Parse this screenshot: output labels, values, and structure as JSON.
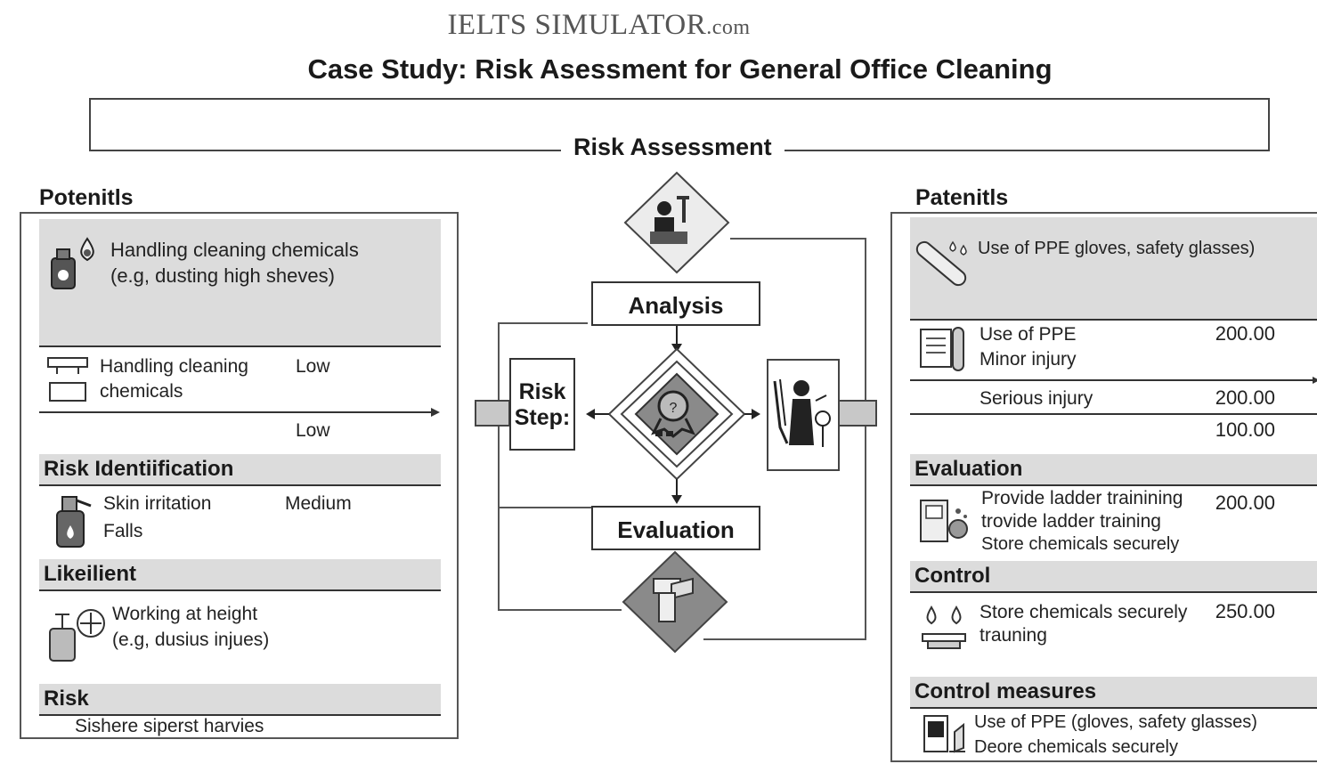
{
  "header": {
    "brand_main": "IELTS SIMULATOR",
    "brand_suffix": ".com",
    "title": "Case Study: Risk Asessment for General Office Cleaning"
  },
  "center": {
    "title": "Risk Assessment",
    "analysis_label": "Analysis",
    "evaluation_label": "Evaluation",
    "risk_step_line1": "Risk",
    "risk_step_line2": "Step:"
  },
  "left": {
    "heading": "Potenitls",
    "item1": {
      "line1": "Handling cleaning chemicals",
      "line2": "(e.g, dusting high sheves)"
    },
    "item2": {
      "line1": "Handling cleaning",
      "line2": "chemicals",
      "level1": "Low",
      "level2": "Low"
    },
    "risk_identification": {
      "heading": "Risk Identiification",
      "line1": "Skin irritation",
      "line2": "Falls",
      "level": "Medium"
    },
    "likelient": {
      "heading": "Likeilient",
      "line1": "Working at height",
      "line2": "(e.g, dusius injues)"
    },
    "risk": {
      "heading": "Risk",
      "line1": "Sishere siperst harvies"
    }
  },
  "right": {
    "heading": "Patenitls",
    "item1": "Use of PPE gloves, safety glasses)",
    "item2": {
      "line1": "Use of PPE",
      "line2": "Minor injury",
      "value": "200.00"
    },
    "item3": {
      "line1": "Serious injury",
      "value1": "200.00",
      "value2": "100.00"
    },
    "evaluation": {
      "heading": "Evaluation",
      "line1": "Provide ladder trainining",
      "line2": "trovide ladder training",
      "line3": "Store chemicals securely",
      "value": "200.00"
    },
    "control": {
      "heading": "Control",
      "line1": "Store chemicals securely",
      "line2": "trauning",
      "value": "250.00"
    },
    "control_measures": {
      "heading": "Control measures",
      "line1": "Use of PPE (gloves, safety glasses)",
      "line2": "Deore chemicals securely"
    }
  },
  "colors": {
    "shade": "#dcdcdc",
    "line": "#333333",
    "diamond_dark": "#8a8a8a"
  }
}
